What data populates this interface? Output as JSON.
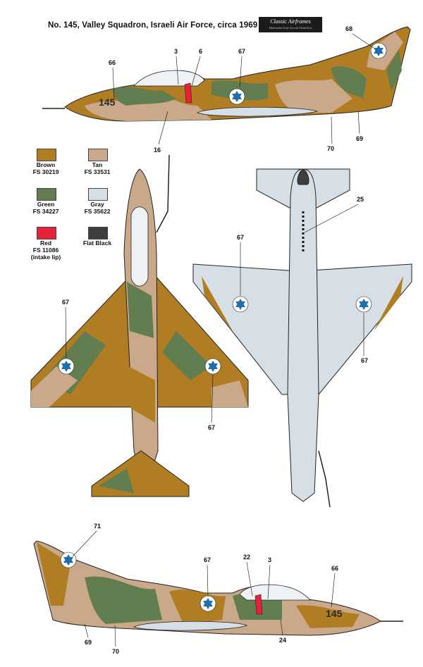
{
  "header": {
    "title": "No. 145, Valley Squadron, Israeli Air Force, circa 1969"
  },
  "logo": {
    "line1": "Classic Airframes",
    "line2": "Multimedia Scale Aircraft Model Kits"
  },
  "legend": [
    {
      "name": "Brown",
      "code": "FS 30219",
      "color": "#b07d23"
    },
    {
      "name": "Tan",
      "code": "FS 33531",
      "color": "#c9a98a"
    },
    {
      "name": "Green",
      "code": "FS 34227",
      "color": "#627d4f"
    },
    {
      "name": "Gray",
      "code": "FS 35622",
      "color": "#d7dfe6"
    },
    {
      "name": "Red",
      "code": "FS 11086",
      "note": "(intake lip)",
      "color": "#e8203a"
    },
    {
      "name": "Flat Black",
      "code": "",
      "color": "#3e3e3e"
    }
  ],
  "callouts": {
    "top": [
      "3",
      "6",
      "67",
      "68",
      "66",
      "16",
      "70",
      "69"
    ],
    "plan_upper": [
      "67",
      "67"
    ],
    "plan_lower": [
      "25",
      "67",
      "67"
    ],
    "bottom": [
      "71",
      "67",
      "22",
      "3",
      "66",
      "69",
      "70",
      "24"
    ]
  },
  "fuselage_code": "145",
  "colors": {
    "brown": "#b07d23",
    "tan": "#c9a98a",
    "green": "#627d4f",
    "gray": "#d7dfe6",
    "red": "#e8203a",
    "black": "#3e3e3e",
    "roundel_blue": "#1f6fae"
  }
}
